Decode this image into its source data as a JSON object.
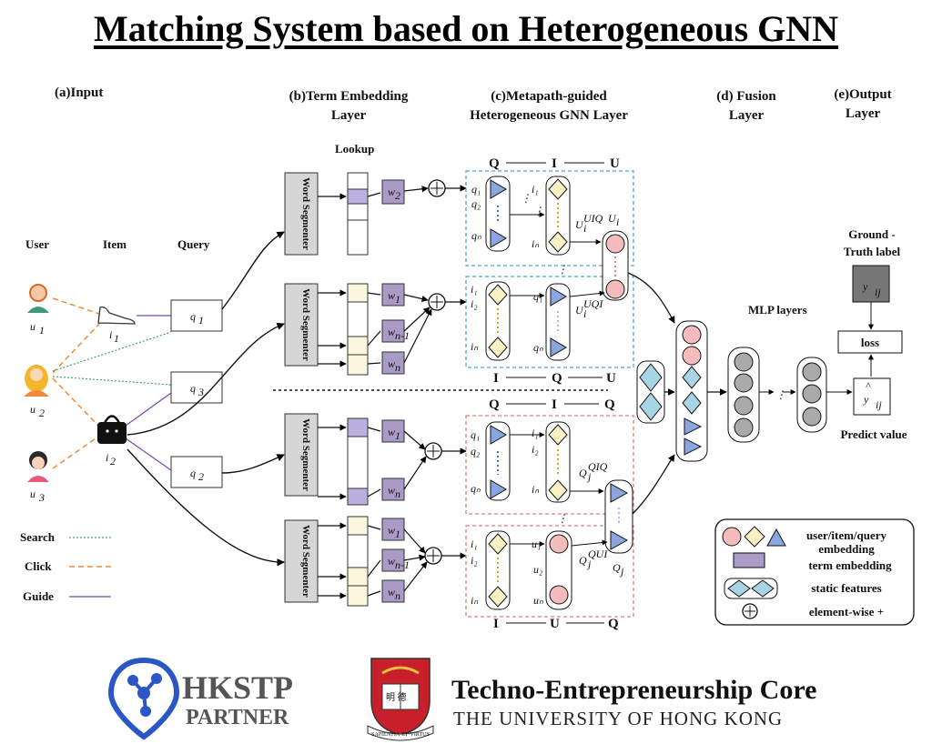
{
  "title": "Matching System based on Heterogeneous GNN",
  "headers": {
    "input": "(a)Input",
    "term_line1": "(b)Term Embedding",
    "term_line2": "Layer",
    "meta_line1": "(c)Metapath-guided",
    "meta_line2": "Heterogeneous GNN Layer",
    "fusion_line1": "(d) Fusion",
    "fusion_line2": "Layer",
    "output_line1": "(e)Output",
    "output_line2": "Layer"
  },
  "input": {
    "col_user": "User",
    "col_item": "Item",
    "col_query": "Query",
    "users": [
      "u",
      "u",
      "u"
    ],
    "user_subs": [
      "1",
      "2",
      "3"
    ],
    "items": [
      "i",
      "i"
    ],
    "item_subs": [
      "1",
      "2"
    ],
    "queries": [
      "q",
      "q",
      "q"
    ],
    "query_subs": [
      "1",
      "3",
      "2"
    ],
    "legend": [
      "Search",
      "Click",
      "Guide"
    ]
  },
  "term": {
    "lookup": "Lookup",
    "segmenter": "Word Segmenter",
    "w2": "w",
    "w2_sub": "2",
    "w1": "w",
    "w1_sub": "1",
    "wn": "w",
    "wn_sub": "n",
    "wn1_sub": "n-1"
  },
  "gnn": {
    "path_qiu": [
      "Q",
      "I",
      "U"
    ],
    "path_iqu": [
      "I",
      "Q",
      "U"
    ],
    "path_qiq": [
      "Q",
      "I",
      "Q"
    ],
    "path_iuq": [
      "I",
      "U",
      "Q"
    ],
    "ui_uiq": "U",
    "ui_uiq_sup": "UIQ",
    "ui_uqi_sup": "UQI",
    "u_label": "U",
    "u_sub": "i",
    "qj_qiq_sup": "QIQ",
    "qj_qui_sup": "QUI",
    "q_label": "Q",
    "q_sub": "j"
  },
  "fusion": {
    "mlp": "MLP layers"
  },
  "output": {
    "ground_truth_1": "Ground -",
    "ground_truth_2": "Truth label",
    "y": "y",
    "y_sub": "ij",
    "loss": "loss",
    "predict": "Predict value"
  },
  "legend": {
    "emb_1": "user/item/query",
    "emb_2": "embedding",
    "term": "term embedding",
    "static": "static features",
    "elementwise": "element-wise +"
  },
  "colors": {
    "term_purple": "#a99bc6",
    "user_pink": "#f4bcbc",
    "item_yellow": "#fbf0c4",
    "query_blue": "#8aa6dd",
    "static_blue": "#a9d4e6",
    "qiu_box": "#4aa3d8",
    "qiq_box": "#e57a7a",
    "onehot_purple": "#b9b0e0",
    "onehot_cream": "#fcf6dc"
  },
  "logos": {
    "hkstp_1": "HKSTP",
    "hkstp_2": "PARTNER",
    "tec_1": "Techno-Entrepreneurship Core",
    "tec_2": "THE UNIVERSITY OF HONG KONG",
    "crest_motto": "SAPIENTIA·ET·VIRTUS"
  }
}
